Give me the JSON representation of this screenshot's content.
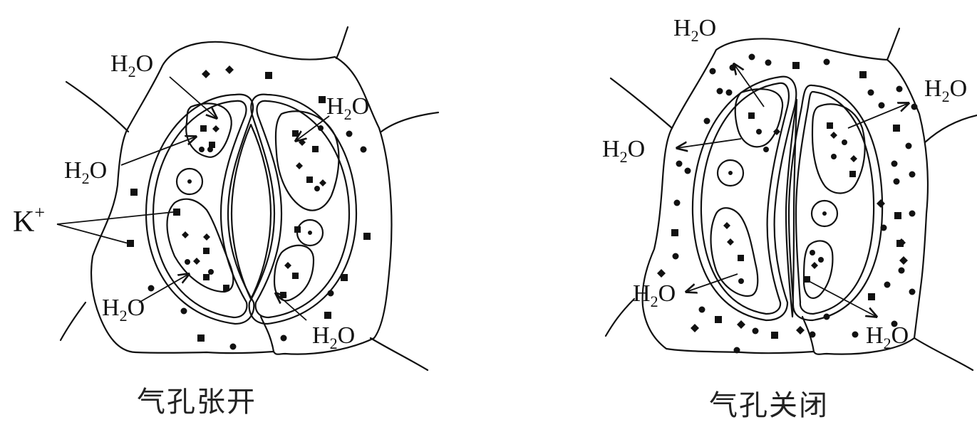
{
  "labels": {
    "water": [
      "H",
      "2",
      "O"
    ],
    "potassium": [
      "K",
      "+"
    ]
  },
  "captions": {
    "open": "气孔张开",
    "closed": "气孔关闭"
  }
}
